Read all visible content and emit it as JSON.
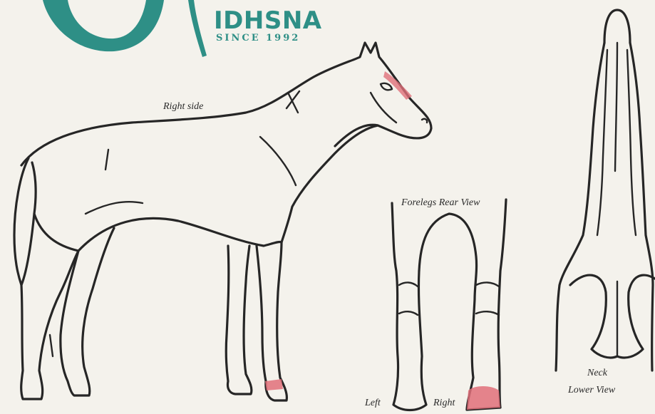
{
  "logo": {
    "name": "IDHSNA",
    "tagline": "SINCE 1992",
    "color": "#2e8f86"
  },
  "labels": {
    "right_side": "Right side",
    "forelegs_rear_view": "Forelegs Rear View",
    "left": "Left",
    "right": "Right",
    "neck": "Neck",
    "lower_view": "Lower View"
  },
  "markings": {
    "color": "#e0707a"
  }
}
